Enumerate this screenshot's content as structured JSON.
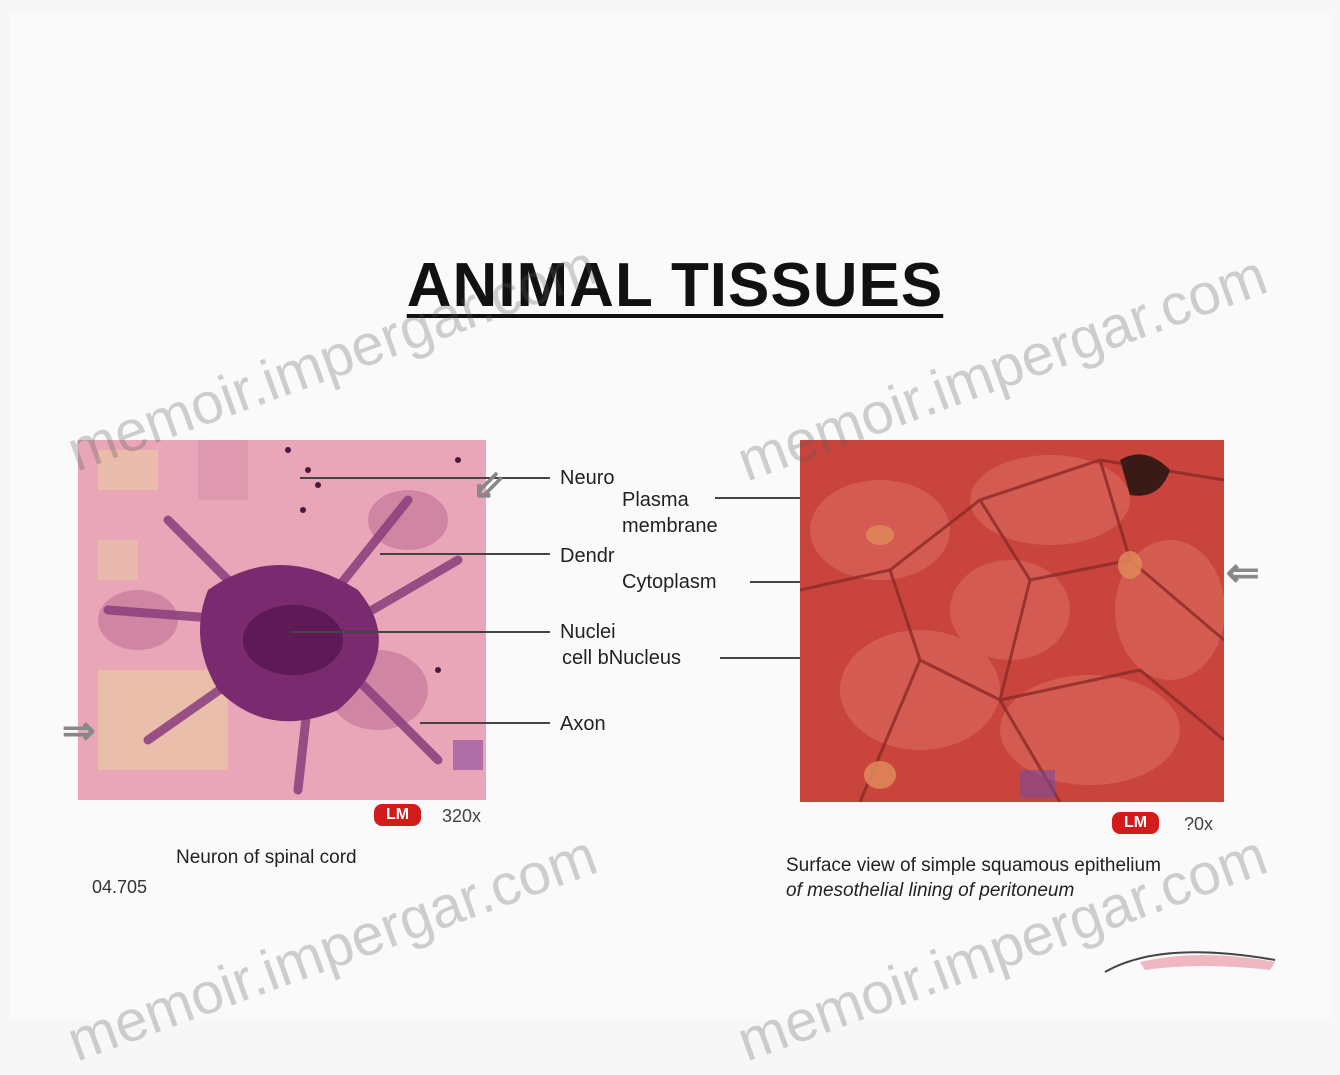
{
  "title": "ANIMAL TISSUES",
  "left_panel": {
    "labels": [
      "Neuro",
      "Dendr",
      "Nuclei",
      "Axon"
    ],
    "badge": "LM",
    "magnification": "320x",
    "caption": "Neuron of spinal cord",
    "code": "04.705"
  },
  "right_panel": {
    "labels": [
      "Plasma",
      "membrane",
      "Cytoplasm",
      "cell bNucleus"
    ],
    "badge": "LM",
    "magnification": "?0x",
    "caption_line1": "Surface view of simple squamous epithelium",
    "caption_line2": "of mesothelial lining of peritoneum"
  },
  "watermark": "memoir.impergar.com",
  "colors": {
    "neuron_bg": "#e8a6b8",
    "neuron_cell": "#7a2a6e",
    "epithelium_bg": "#c8443c",
    "badge": "#d21b1b"
  },
  "icons": [
    "pointer-arrow-icon",
    "pointer-arrow-icon",
    "pointer-arrow-icon"
  ]
}
